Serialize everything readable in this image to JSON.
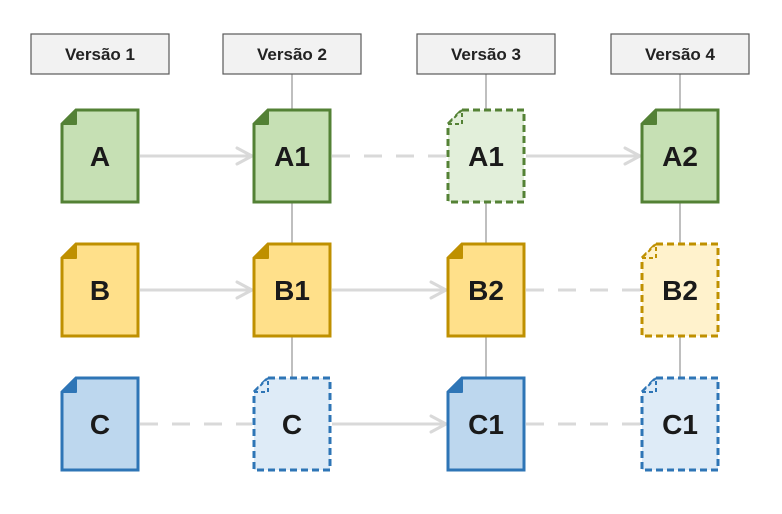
{
  "versions": [
    "Versão 1",
    "Versão 2",
    "Versão 3",
    "Versão 4"
  ],
  "colors": {
    "green": {
      "solid_fill": "#c6e0b4",
      "solid_stroke": "#538135",
      "ghost_fill": "#e2efda",
      "ghost_stroke": "#548235"
    },
    "yellow": {
      "solid_fill": "#ffe08a",
      "solid_stroke": "#bf9000",
      "ghost_fill": "#fff2cc",
      "ghost_stroke": "#bf9000"
    },
    "blue": {
      "solid_fill": "#bdd7ee",
      "solid_stroke": "#2e75b6",
      "ghost_fill": "#deebf7",
      "ghost_stroke": "#2e75b6"
    },
    "arrow": "#d9d9d9",
    "connector": "#7f7f7f",
    "header_fill": "#f2f2f2",
    "header_stroke": "#595959"
  },
  "rows": [
    {
      "name": "a",
      "color": "green",
      "docs": [
        {
          "label": "A",
          "kind": "solid"
        },
        {
          "label": "A1",
          "kind": "solid"
        },
        {
          "label": "A1",
          "kind": "ghost"
        },
        {
          "label": "A2",
          "kind": "solid"
        }
      ],
      "links": [
        "arrow",
        "dashed",
        "arrow"
      ]
    },
    {
      "name": "b",
      "color": "yellow",
      "docs": [
        {
          "label": "B",
          "kind": "solid"
        },
        {
          "label": "B1",
          "kind": "solid"
        },
        {
          "label": "B2",
          "kind": "solid"
        },
        {
          "label": "B2",
          "kind": "ghost"
        }
      ],
      "links": [
        "arrow",
        "arrow",
        "dashed"
      ]
    },
    {
      "name": "c",
      "color": "blue",
      "docs": [
        {
          "label": "C",
          "kind": "solid"
        },
        {
          "label": "C",
          "kind": "ghost"
        },
        {
          "label": "C1",
          "kind": "solid"
        },
        {
          "label": "C1",
          "kind": "ghost"
        }
      ],
      "links": [
        "dashed",
        "arrow",
        "dashed"
      ]
    }
  ]
}
